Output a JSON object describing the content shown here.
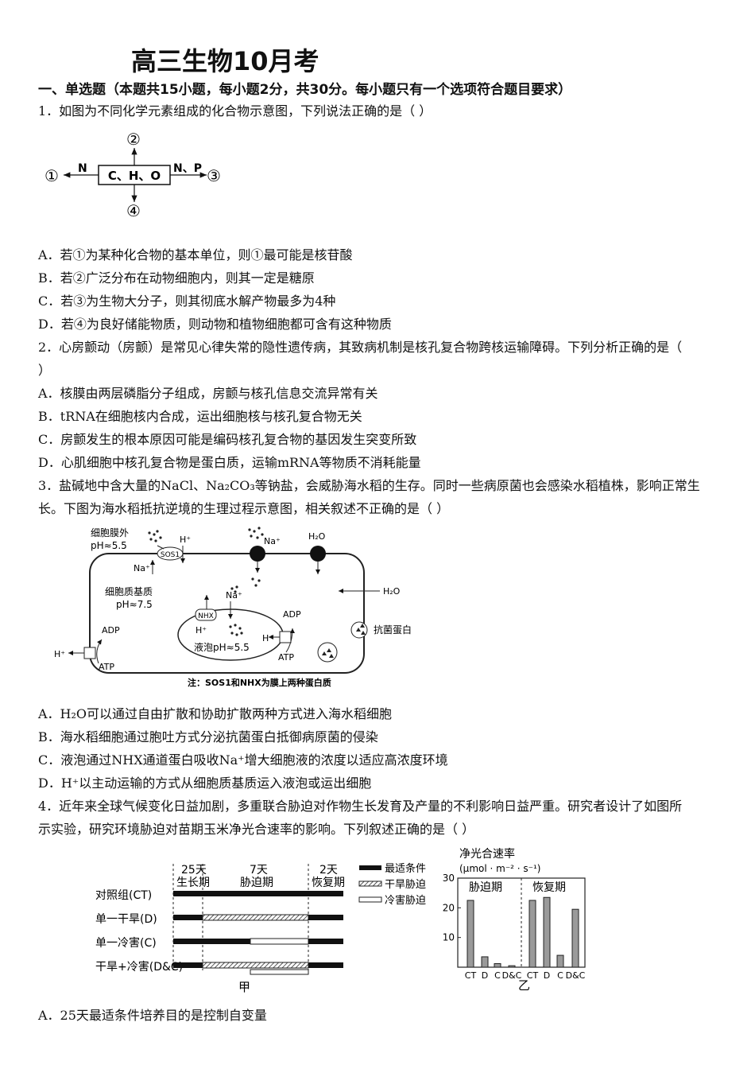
{
  "title": "高三生物10月考",
  "section": "一、单选题（本题共15小题，每小题2分，共30分。每小题只有一个选项符合题目要求）",
  "q1": {
    "stem": "1．如图为不同化学元素组成的化合物示意图，下列说法正确的是（      ）",
    "figure": {
      "center": "C、H、O",
      "left_el": "N",
      "right_el": "N、P",
      "n1": "①",
      "n2": "②",
      "n3": "③",
      "n4": "④"
    },
    "options": [
      "A．若①为某种化合物的基本单位，则①最可能是核苷酸",
      "B．若②广泛分布在动物细胞内，则其一定是糖原",
      "C．若③为生物大分子，则其彻底水解产物最多为4种",
      "D．若④为良好储能物质，则动物和植物细胞都可含有这种物质"
    ]
  },
  "q2": {
    "stem_1": "2．心房颤动（房颤）是常见心律失常的隐性遗传病，其致病机制是核孔复合物跨核运输障碍。下列分析正确的是（",
    "stem_2": "）",
    "options": [
      "A．核膜由两层磷脂分子组成，房颤与核孔信息交流异常有关",
      "B．tRNA在细胞核内合成，运出细胞核与核孔复合物无关",
      "C．房颤发生的根本原因可能是编码核孔复合物的基因发生突变所致",
      "D．心肌细胞中核孔复合物是蛋白质，运输mRNA等物质不消耗能量"
    ]
  },
  "q3": {
    "stem_1": "3．盐碱地中含大量的NaCl、Na₂CO₃等钠盐，会威胁海水稻的生存。同时一些病原菌也会感染水稻植株，影响正常生",
    "stem_2": "长。下图为海水稻抵抗逆境的生理过程示意图，相关叙述不正确的是（      ）",
    "figure": {
      "outside": "细胞膜外",
      "outside_ph": "pH≈5.5",
      "sos1": "SOS1",
      "nhx": "NHX",
      "hplus": "H⁺",
      "naplus": "Na⁺",
      "water": "H₂O",
      "matrix": "细胞质基质",
      "matrix_ph": "pH≈7.5",
      "vacuole_ph": "液泡pH≈5.5",
      "adp": "ADP",
      "atp": "ATP",
      "antibacterial": "抗菌蛋白",
      "note": "注：SOS1和NHX为膜上两种蛋白质"
    },
    "options": [
      "A．H₂O可以通过自由扩散和协助扩散两种方式进入海水稻细胞",
      "B．海水稻细胞通过胞吐方式分泌抗菌蛋白抵御病原菌的侵染",
      "C．液泡通过NHX通道蛋白吸收Na⁺增大细胞液的浓度以适应高浓度环境",
      "D．H⁺以主动运输的方式从细胞质基质运入液泡或运出细胞"
    ]
  },
  "q4": {
    "stem_1": "4．近年来全球气候变化日益加剧，多重联合胁迫对作物生长发育及产量的不利影响日益严重。研究者设计了如图所",
    "stem_2": "示实验，研究环境胁迫对苗期玉米净光合速率的影响。下列叙述正确的是（      ）",
    "fig_a": {
      "p1_days": "25天",
      "p1_name": "生长期",
      "p2_days": "7天",
      "p2_name": "胁迫期",
      "p3_days": "2天",
      "p3_name": "恢复期",
      "rows": [
        "对照组(CT)",
        "单一干旱(D)",
        "单一冷害(C)",
        "干旱+冷害(D&C)"
      ],
      "legend": [
        "最适条件",
        "干旱胁迫",
        "冷害胁迫"
      ],
      "label": "甲"
    },
    "fig_b": {
      "ylabel_1": "净光合速率",
      "ylabel_2": "(μmol · m⁻² · s⁻¹)",
      "yticks": [
        "30",
        "20",
        "10"
      ],
      "panel_1": "胁迫期",
      "panel_2": "恢复期",
      "categories": [
        "CT",
        "D",
        "C",
        "D&C",
        "CT",
        "D",
        "C",
        "D&C"
      ],
      "label": "乙"
    },
    "options": [
      "A．25天最适条件培养目的是控制自变量"
    ]
  },
  "chart_data": {
    "type": "bar",
    "categories": [
      "CT",
      "D",
      "C",
      "D&C",
      "CT",
      "D",
      "C",
      "D&C"
    ],
    "values": [
      22.5,
      3.5,
      1.2,
      0.5,
      22.5,
      23.5,
      4,
      19.5
    ],
    "ylabel": "净光合速率 (μmol · m⁻² · s⁻¹)",
    "ylim": [
      0,
      30
    ],
    "groups": [
      "胁迫期",
      "恢复期"
    ]
  }
}
